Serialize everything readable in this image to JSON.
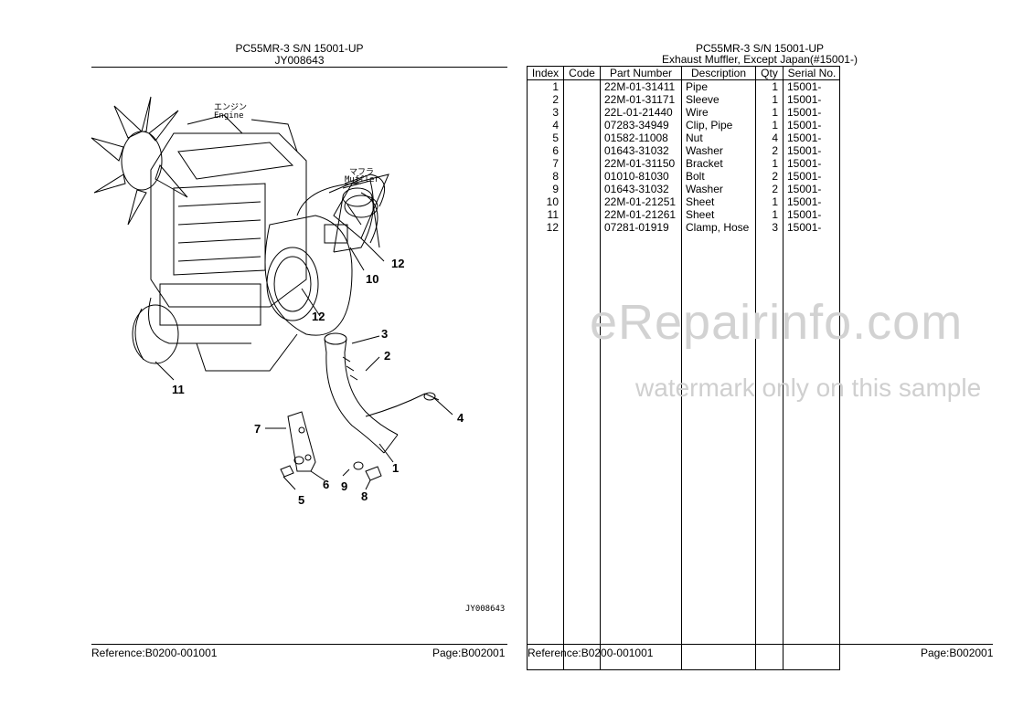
{
  "left_page": {
    "title": "PC55MR-3 S/N 15001-UP",
    "drawing_id": "JY008643",
    "diagram_id": "JY008643",
    "engine_label_jp": "エンジン",
    "engine_label": "Engine",
    "muffler_label_jp": "マフラ",
    "muffler_label": "Muffler",
    "callouts": [
      "12",
      "10",
      "12",
      "3",
      "2",
      "11",
      "4",
      "7",
      "1",
      "6",
      "9",
      "5",
      "8"
    ],
    "reference": "Reference:B0200-001001",
    "page": "Page:B002001"
  },
  "right_page": {
    "title": "PC55MR-3 S/N 15001-UP",
    "subtitle": "Exhaust Muffler, Except Japan(#15001-)",
    "reference": "Reference:B0200-001001",
    "page": "Page:B002001",
    "table": {
      "headers": [
        "Index",
        "Code",
        "Part Number",
        "Description",
        "Qty",
        "Serial No."
      ],
      "rows": [
        {
          "index": "1",
          "code": "",
          "part": "22M-01-31411",
          "desc": "Pipe",
          "qty": "1",
          "serial": "15001-"
        },
        {
          "index": "2",
          "code": "",
          "part": "22M-01-31171",
          "desc": "Sleeve",
          "qty": "1",
          "serial": "15001-"
        },
        {
          "index": "3",
          "code": "",
          "part": "22L-01-21440",
          "desc": "Wire",
          "qty": "1",
          "serial": "15001-"
        },
        {
          "index": "4",
          "code": "",
          "part": "07283-34949",
          "desc": "Clip, Pipe",
          "qty": "1",
          "serial": "15001-"
        },
        {
          "index": "5",
          "code": "",
          "part": "01582-11008",
          "desc": "Nut",
          "qty": "4",
          "serial": "15001-"
        },
        {
          "index": "6",
          "code": "",
          "part": "01643-31032",
          "desc": "Washer",
          "qty": "2",
          "serial": "15001-"
        },
        {
          "index": "7",
          "code": "",
          "part": "22M-01-31150",
          "desc": "Bracket",
          "qty": "1",
          "serial": "15001-"
        },
        {
          "index": "8",
          "code": "",
          "part": "01010-81030",
          "desc": "Bolt",
          "qty": "2",
          "serial": "15001-"
        },
        {
          "index": "9",
          "code": "",
          "part": "01643-31032",
          "desc": "Washer",
          "qty": "2",
          "serial": "15001-"
        },
        {
          "index": "10",
          "code": "",
          "part": "22M-01-21251",
          "desc": "Sheet",
          "qty": "1",
          "serial": "15001-"
        },
        {
          "index": "11",
          "code": "",
          "part": "22M-01-21261",
          "desc": "Sheet",
          "qty": "1",
          "serial": "15001-"
        },
        {
          "index": "12",
          "code": "",
          "part": "07281-01919",
          "desc": "Clamp, Hose",
          "qty": "3",
          "serial": "15001-"
        }
      ]
    }
  },
  "watermark": {
    "brand": "eRepairinfo.com",
    "note": "watermark only on this sample"
  },
  "colors": {
    "ink": "#000000",
    "watermark": "#d2d2d2",
    "paper": "#ffffff"
  }
}
